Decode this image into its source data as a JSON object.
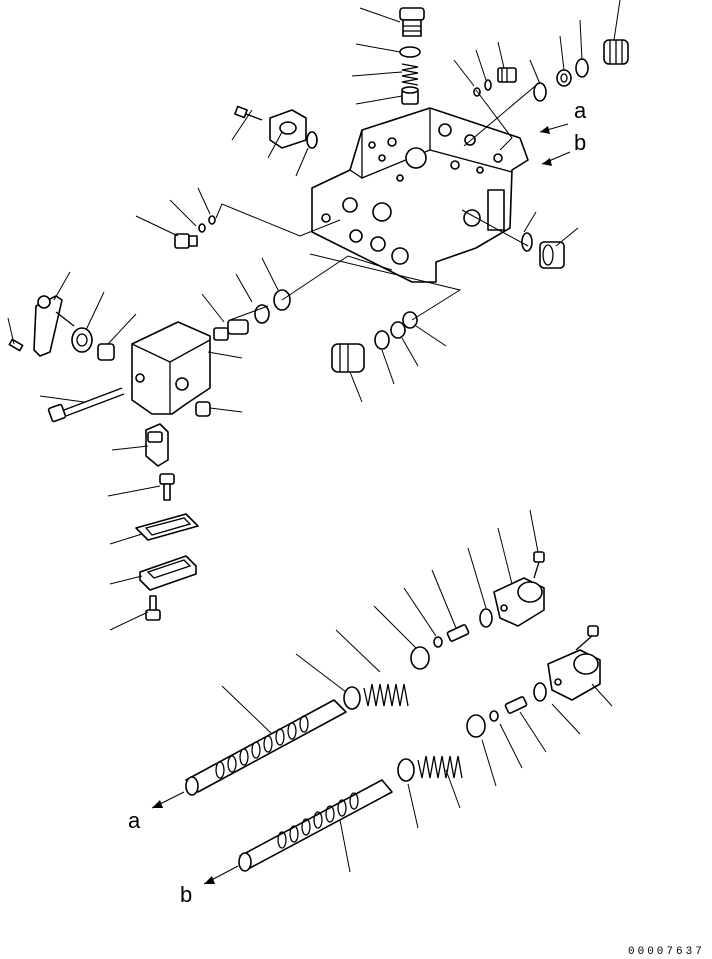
{
  "figure": {
    "number": "00007637",
    "callouts": {
      "a": "a",
      "b": "b"
    }
  },
  "parts": [
    "plug-top",
    "o-ring-top",
    "spring-top",
    "poppet-top",
    "valve-body",
    "cover-plate",
    "o-ring-cover",
    "plug-small-left",
    "o-ring-small-left",
    "plug-right-upper",
    "o-ring-right-upper",
    "plug-right-large",
    "o-ring-right-lower",
    "plug-right-lower",
    "lever",
    "seal",
    "bushing",
    "linkage-case",
    "bolt-long",
    "collar",
    "adapter",
    "o-ring-adapter",
    "plug-front",
    "o-ring-front-a",
    "o-ring-front-b",
    "bracket",
    "bolt-bracket",
    "gasket",
    "cover-bottom",
    "bolt-bottom",
    "spool-a",
    "spring-seat-a",
    "spring-a",
    "retainer-a",
    "washer-a",
    "bolt-a",
    "o-ring-case-a",
    "case-a",
    "bolt-case-a",
    "spool-b",
    "spring-seat-b",
    "spring-b",
    "retainer-b",
    "washer-b",
    "bolt-b",
    "o-ring-case-b",
    "case-b",
    "bolt-case-b"
  ]
}
